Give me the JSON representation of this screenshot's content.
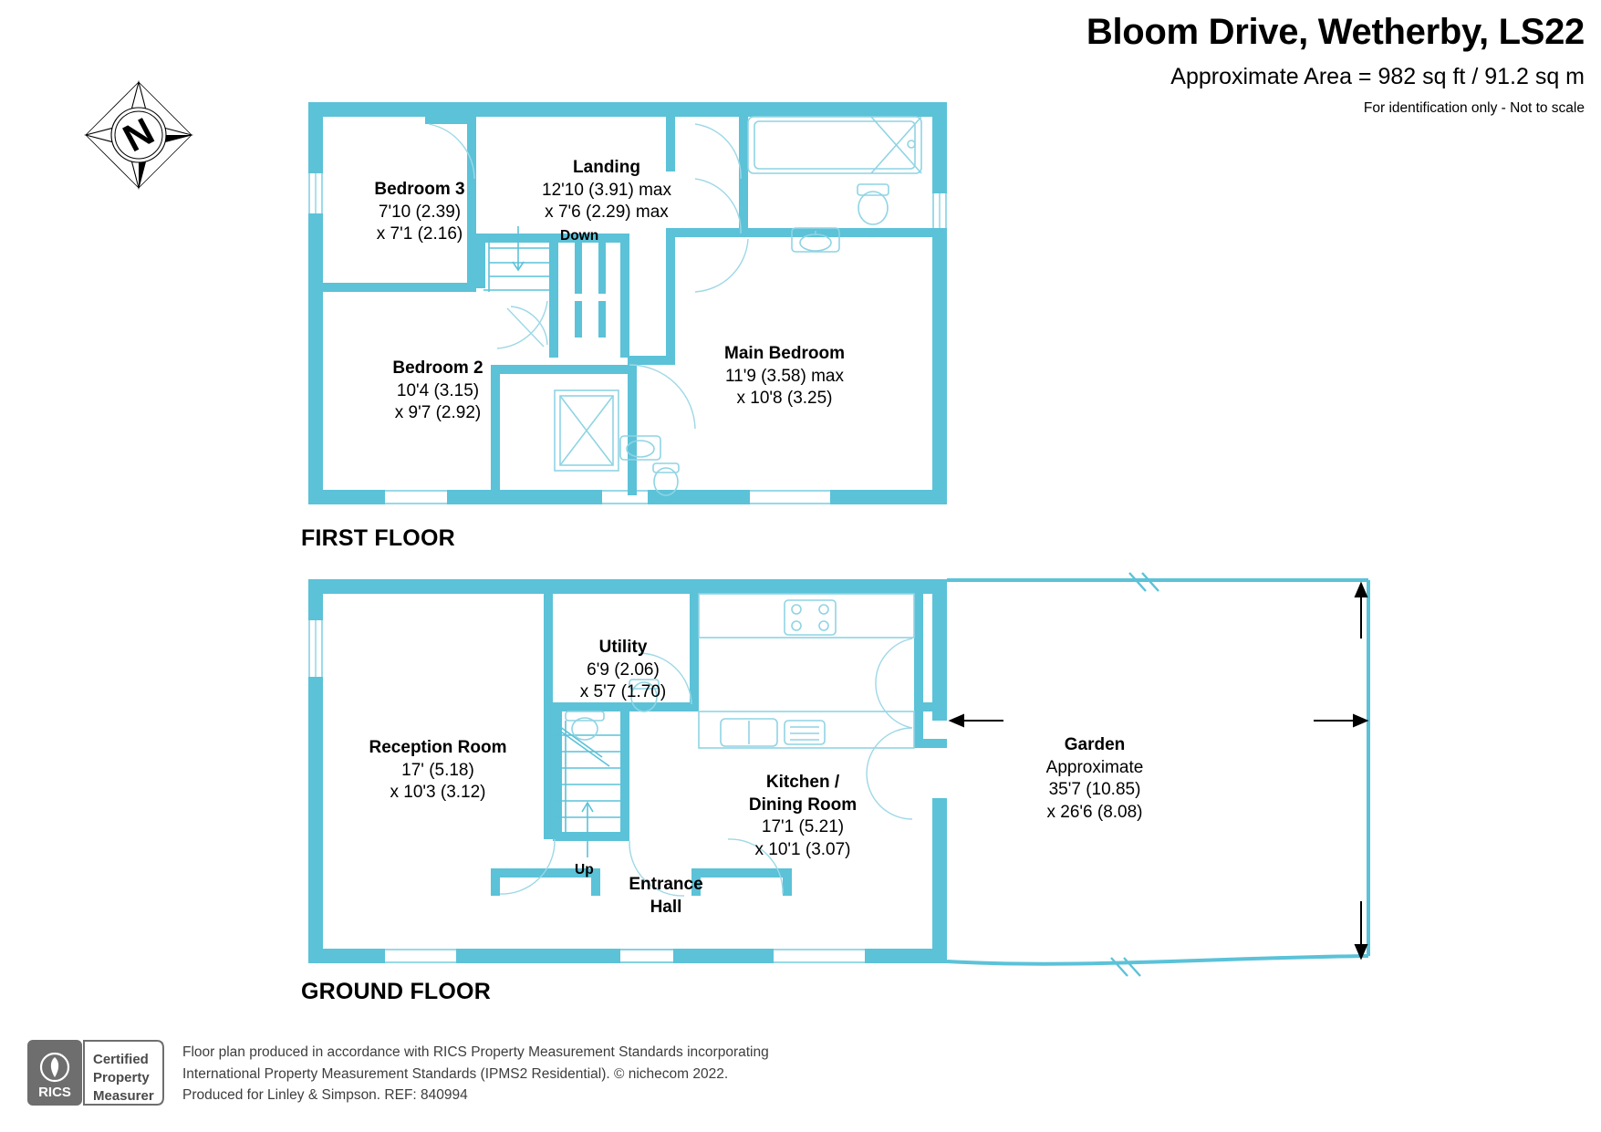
{
  "header": {
    "title": "Bloom Drive, Wetherby, LS22",
    "area": "Approximate Area = 982 sq ft / 91.2 sq m",
    "disclaimer": "For identification only - Not to scale"
  },
  "compass": {
    "label": "N",
    "name": "north-arrow"
  },
  "colors": {
    "wall": "#5bc2d8",
    "fixture_stroke": "#8fd4e4",
    "text": "#000000",
    "footer_text": "#3d3d3d",
    "badge": "#6e6e6e"
  },
  "floors": [
    {
      "id": "first-floor",
      "caption": "FIRST FLOOR",
      "rooms": [
        {
          "id": "bedroom-3",
          "name": "Bedroom 3",
          "dim1": "7'10 (2.39)",
          "dim2": "x 7'1 (2.16)"
        },
        {
          "id": "landing",
          "name": "Landing",
          "dim1": "12'10 (3.91) max",
          "dim2": "x 7'6 (2.29) max"
        },
        {
          "id": "bedroom-2",
          "name": "Bedroom 2",
          "dim1": "10'4 (3.15)",
          "dim2": "x 9'7 (2.92)"
        },
        {
          "id": "main-bedroom",
          "name": "Main Bedroom",
          "dim1": "11'9 (3.58) max",
          "dim2": "x 10'8 (3.25)"
        }
      ],
      "notes": [
        {
          "id": "down-note",
          "text": "Down"
        }
      ]
    },
    {
      "id": "ground-floor",
      "caption": "GROUND FLOOR",
      "rooms": [
        {
          "id": "utility",
          "name": "Utility",
          "dim1": "6'9 (2.06)",
          "dim2": "x 5'7 (1.70)"
        },
        {
          "id": "reception-room",
          "name": "Reception Room",
          "dim1": "17' (5.18)",
          "dim2": "x 10'3 (3.12)"
        },
        {
          "id": "kitchen-dining",
          "name": "Kitchen /",
          "name2": "Dining Room",
          "dim1": "17'1 (5.21)",
          "dim2": "x 10'1 (3.07)"
        },
        {
          "id": "entrance-hall",
          "name": "Entrance",
          "name2": "Hall",
          "dim1": "",
          "dim2": ""
        },
        {
          "id": "garden",
          "name": "Garden",
          "sub": "Approximate",
          "dim1": "35'7 (10.85)",
          "dim2": "x 26'6 (8.08)"
        }
      ],
      "notes": [
        {
          "id": "up-note",
          "text": "Up"
        }
      ]
    }
  ],
  "badge": {
    "logo": "RICS",
    "line1": "Certified",
    "line2": "Property",
    "line3": "Measurer"
  },
  "footer": {
    "line1": "Floor plan produced in accordance with RICS Property Measurement Standards incorporating",
    "line2": "International Property Measurement Standards (IPMS2 Residential).    © nichecom 2022.",
    "line3": "Produced for Linley & Simpson.   REF: 840994"
  }
}
